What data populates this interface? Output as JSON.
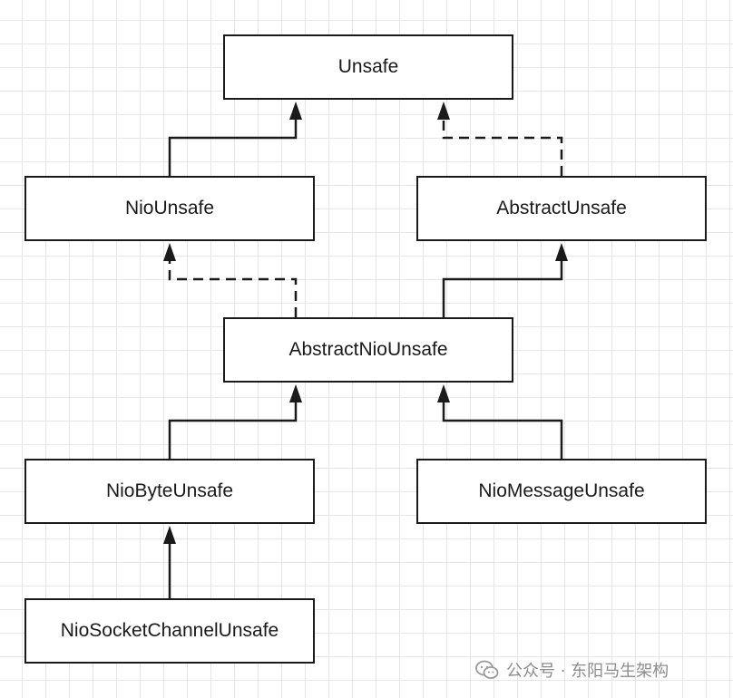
{
  "diagram": {
    "nodes": [
      {
        "id": "unsafe",
        "label": "Unsafe"
      },
      {
        "id": "nio_unsafe",
        "label": "NioUnsafe"
      },
      {
        "id": "abstract_unsafe",
        "label": "AbstractUnsafe"
      },
      {
        "id": "abstract_nio_unsafe",
        "label": "AbstractNioUnsafe"
      },
      {
        "id": "nio_byte_unsafe",
        "label": "NioByteUnsafe"
      },
      {
        "id": "nio_message_unsafe",
        "label": "NioMessageUnsafe"
      },
      {
        "id": "nio_socket_channel_unsafe",
        "label": "NioSocketChannelUnsafe"
      }
    ],
    "edges": [
      {
        "from": "nio_unsafe",
        "to": "unsafe",
        "style": "solid"
      },
      {
        "from": "abstract_unsafe",
        "to": "unsafe",
        "style": "dashed"
      },
      {
        "from": "abstract_nio_unsafe",
        "to": "nio_unsafe",
        "style": "dashed"
      },
      {
        "from": "abstract_nio_unsafe",
        "to": "abstract_unsafe",
        "style": "solid"
      },
      {
        "from": "nio_byte_unsafe",
        "to": "abstract_nio_unsafe",
        "style": "solid"
      },
      {
        "from": "nio_message_unsafe",
        "to": "abstract_nio_unsafe",
        "style": "solid"
      },
      {
        "from": "nio_socket_channel_unsafe",
        "to": "nio_byte_unsafe",
        "style": "solid"
      }
    ]
  },
  "watermark": {
    "text": "公众号 · 东阳马生架构",
    "logo_icon": "wechat-icon"
  }
}
